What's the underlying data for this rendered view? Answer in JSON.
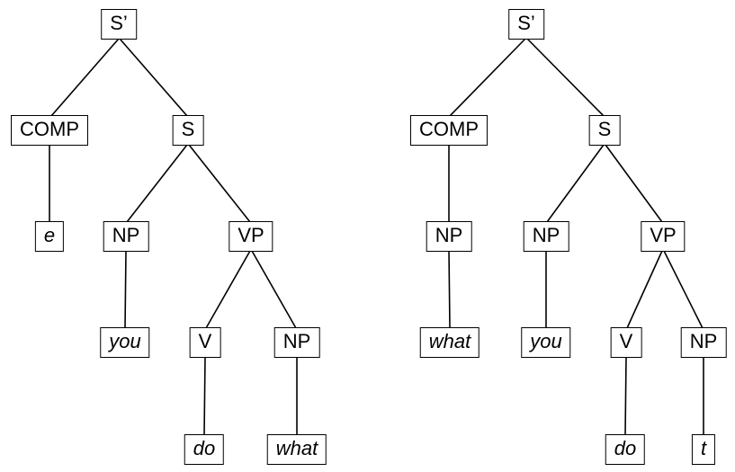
{
  "figure": {
    "description": "Two syntactic tree diagrams illustrating wh-movement: deep structure with 'what' in object position and empty COMP, and surface structure with 'what' moved to COMP leaving trace t",
    "background_color": "#ffffff",
    "line_color": "#000000",
    "box_border_color": "#000000",
    "text_color": "#000000"
  },
  "trees": [
    {
      "name": "left-tree",
      "nodes": [
        {
          "id": "s-prime",
          "label": "S’",
          "terminal": false
        },
        {
          "id": "comp",
          "label": "COMP",
          "terminal": false
        },
        {
          "id": "s",
          "label": "S",
          "terminal": false
        },
        {
          "id": "e",
          "label": "e",
          "terminal": true
        },
        {
          "id": "np-subj",
          "label": "NP",
          "terminal": false
        },
        {
          "id": "vp",
          "label": "VP",
          "terminal": false
        },
        {
          "id": "you",
          "label": "you",
          "terminal": true
        },
        {
          "id": "v",
          "label": "V",
          "terminal": false
        },
        {
          "id": "np-obj",
          "label": "NP",
          "terminal": false
        },
        {
          "id": "do",
          "label": "do",
          "terminal": true
        },
        {
          "id": "what",
          "label": "what",
          "terminal": true
        }
      ]
    },
    {
      "name": "right-tree",
      "nodes": [
        {
          "id": "s-prime",
          "label": "S’",
          "terminal": false
        },
        {
          "id": "comp",
          "label": "COMP",
          "terminal": false
        },
        {
          "id": "s",
          "label": "S",
          "terminal": false
        },
        {
          "id": "np-comp",
          "label": "NP",
          "terminal": false
        },
        {
          "id": "np-subj",
          "label": "NP",
          "terminal": false
        },
        {
          "id": "vp",
          "label": "VP",
          "terminal": false
        },
        {
          "id": "what",
          "label": "what",
          "terminal": true
        },
        {
          "id": "you",
          "label": "you",
          "terminal": true
        },
        {
          "id": "v",
          "label": "V",
          "terminal": false
        },
        {
          "id": "np-obj",
          "label": "NP",
          "terminal": false
        },
        {
          "id": "do",
          "label": "do",
          "terminal": true
        },
        {
          "id": "t",
          "label": "t",
          "terminal": true
        }
      ]
    }
  ]
}
